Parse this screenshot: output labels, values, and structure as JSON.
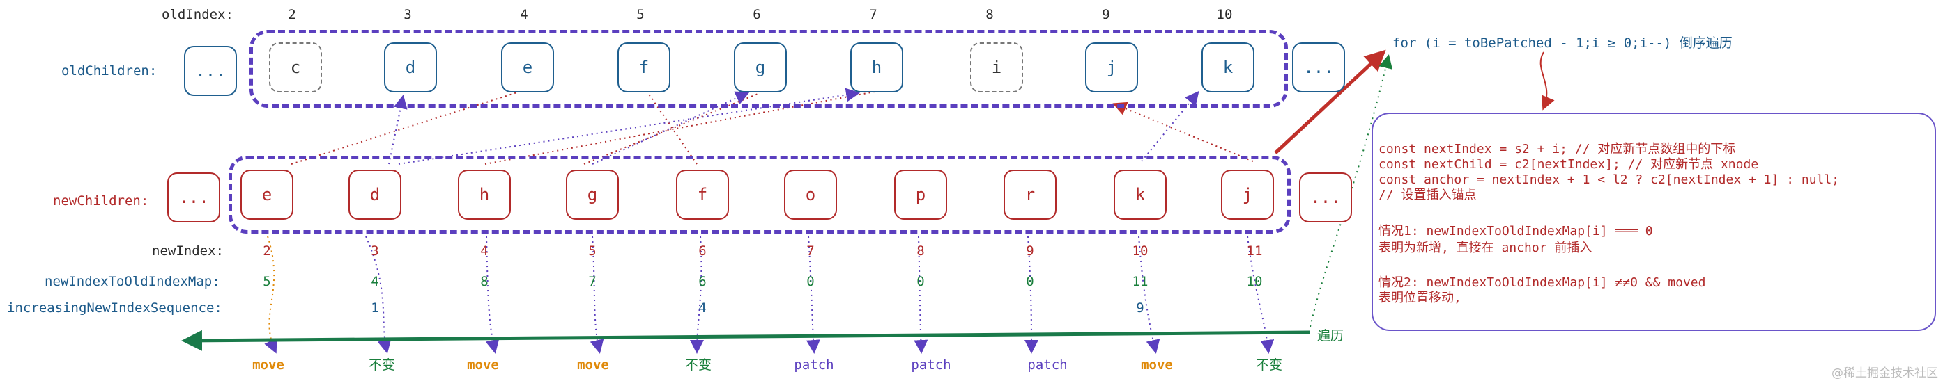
{
  "labels": {
    "old_index": "oldIndex:",
    "old_children": "oldChildren:",
    "new_children": "newChildren:",
    "new_index": "newIndex:",
    "map": "newIndexToOldIndexMap:",
    "lis": "increasingNewIndexSequence:",
    "ellipsis": "..."
  },
  "old_indices": [
    "2",
    "3",
    "4",
    "5",
    "6",
    "7",
    "8",
    "9",
    "10"
  ],
  "old_nodes": [
    "c",
    "d",
    "e",
    "f",
    "g",
    "h",
    "i",
    "j",
    "k"
  ],
  "new_nodes": [
    "e",
    "d",
    "h",
    "g",
    "f",
    "o",
    "p",
    "r",
    "k",
    "j"
  ],
  "new_indices": [
    "2",
    "3",
    "4",
    "5",
    "6",
    "7",
    "8",
    "9",
    "10",
    "11"
  ],
  "map_values": [
    "5",
    "4",
    "8",
    "7",
    "6",
    "0",
    "0",
    "0",
    "11",
    "10"
  ],
  "lis_values": [
    "",
    "1",
    "",
    "",
    "4",
    "",
    "",
    "",
    "9",
    ""
  ],
  "actions": [
    "move",
    "不变",
    "move",
    "move",
    "不变",
    "patch",
    "patch",
    "patch",
    "move",
    "不变"
  ],
  "for_loop": "for (i = toBePatched - 1;i ≥ 0;i--) 倒序遍历",
  "iterate_label": "遍历",
  "note": {
    "l1": "const nextIndex = s2 + i; // 对应新节点数组中的下标",
    "l2": "const nextChild = c2[nextIndex]; // 对应新节点 xnode",
    "l3": "const anchor = nextIndex + 1 < l2 ? c2[nextIndex + 1] : null;",
    "l4": "// 设置插入锚点",
    "l5": "情况1: newIndexToOldIndexMap[i] ═══ 0",
    "l6": "表明为新增, 直接在 anchor 前插入",
    "l7": "情况2: newIndexToOldIndexMap[i] ≠≠0 && moved",
    "l8": "表明位置移动,"
  },
  "watermark": "@稀土掘金技术社区",
  "colors": {
    "old_node": "#1f5f8f",
    "new_node": "#b22a2a",
    "group_border": "#5b3fbf",
    "move": "#e08a0a",
    "unchanged": "#1a7f3c",
    "patch": "#5b3fbf",
    "arrow_red": "#c0302a",
    "arrow_green": "#1a7a4a"
  }
}
